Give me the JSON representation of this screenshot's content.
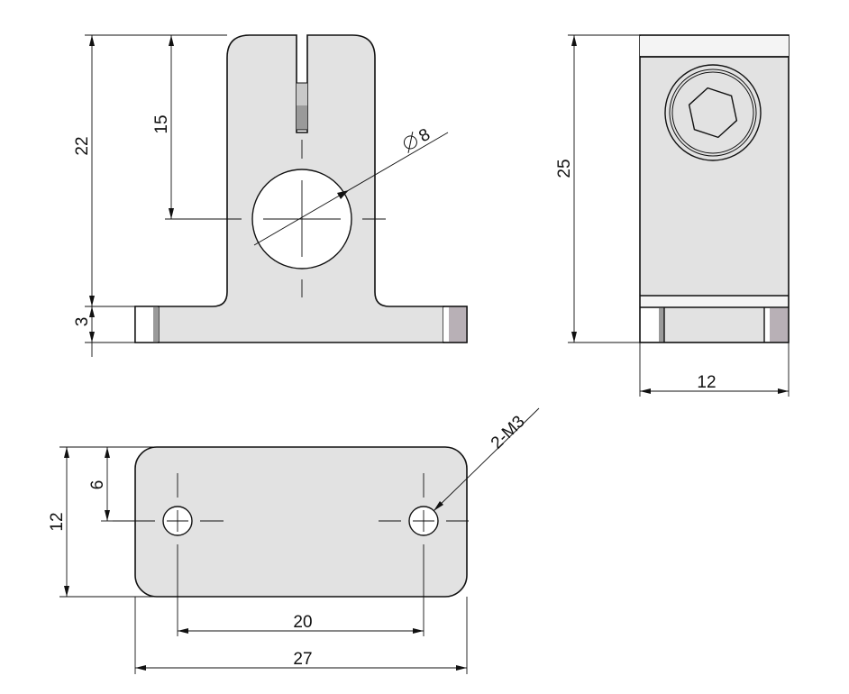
{
  "front_view": {
    "dim_total_height": "22",
    "dim_center_height": "15",
    "dim_base_thickness": "3",
    "dim_bore_diameter": "8"
  },
  "side_view": {
    "dim_height": "25",
    "dim_width": "12"
  },
  "top_view": {
    "dim_width": "12",
    "dim_hole_offset": "6",
    "dim_hole_spacing": "20",
    "dim_length": "27",
    "hole_callout": "2-M3"
  },
  "colors": {
    "part_fill": "#e2e2e2",
    "line": "#111111",
    "background": "#ffffff"
  }
}
